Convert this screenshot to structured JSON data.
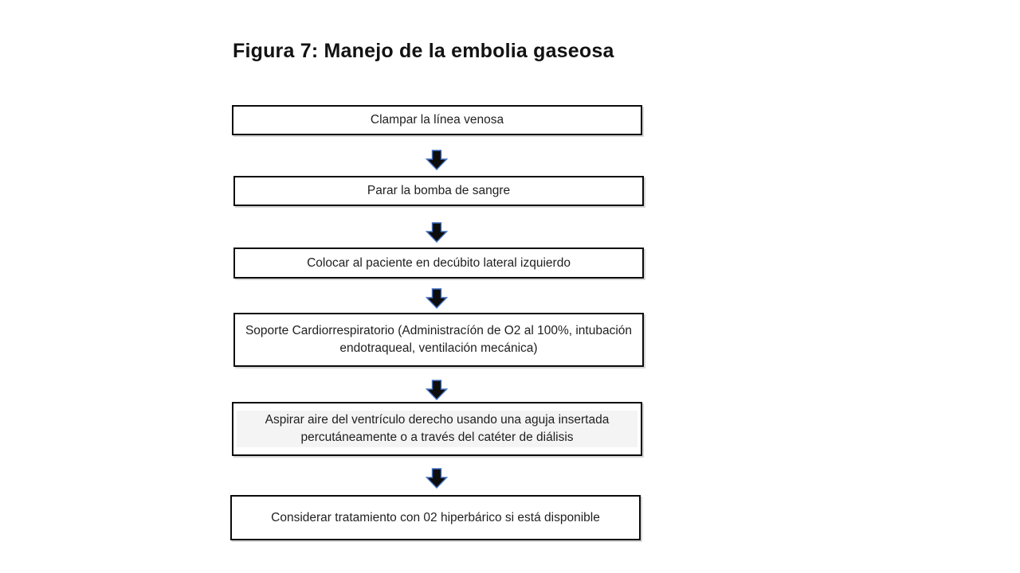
{
  "title": "Figura 7: Manejo de la embolia gaseosa",
  "flowchart": {
    "direction": "top-down",
    "connector": "down-arrow",
    "steps": [
      {
        "order": 1,
        "label": "Clampar la línea venosa",
        "highlighted": false
      },
      {
        "order": 2,
        "label": "Parar la bomba de sangre",
        "highlighted": false
      },
      {
        "order": 3,
        "label": "Colocar al paciente en decúbito lateral izquierdo",
        "highlighted": false
      },
      {
        "order": 4,
        "label": "Soporte Cardiorrespiratorio (Administracíón de O2 al 100%, intubación endotraqueal, ventilación mecánica)",
        "highlighted": false
      },
      {
        "order": 5,
        "label": "Aspirar aire del ventrículo derecho usando una aguja insertada percutáneamente o a través del catéter de diálisis",
        "highlighted": true
      },
      {
        "order": 6,
        "label": "Considerar tratamiento con 02 hiperbárico si está disponible",
        "highlighted": false
      }
    ],
    "colors": {
      "background": "#ffffff",
      "box_fill": "#ffffff",
      "box_border": "#0b0b0b",
      "text": "#1f1f1f",
      "arrow_fill": "#0d0d0d",
      "arrow_outline": "#4472c4",
      "highlight_fill": "#f4f4f5"
    }
  }
}
